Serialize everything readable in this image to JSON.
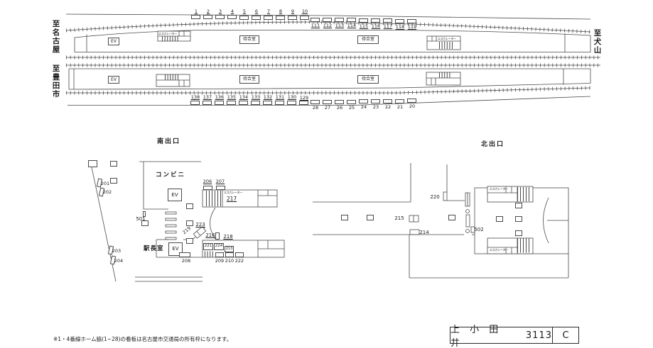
{
  "directions": {
    "nagoya": "至名古屋",
    "toyota": "至豊田市",
    "inuyama": "至犬山"
  },
  "labels": {
    "ev": "EV",
    "waiting": "待合室",
    "escalator": "エスカレーター",
    "south_exit": "南出口",
    "north_exit": "北出口",
    "conbini": "コンビニ",
    "master": "駅長室"
  },
  "ads": {
    "p14_top": [
      "1",
      "2",
      "3",
      "4",
      "5",
      "6",
      "7",
      "8",
      "9",
      "10"
    ],
    "p14_mid": [
      "111",
      "112",
      "113",
      "114",
      "115",
      "116",
      "117",
      "118",
      "119"
    ],
    "p23_mid": [
      "138",
      "137",
      "136",
      "135",
      "134",
      "133",
      "132",
      "131",
      "130",
      "129"
    ],
    "p23_bot": [
      "28",
      "27",
      "26",
      "25",
      "24",
      "23",
      "22",
      "21",
      "20"
    ],
    "south": {
      "201": "201",
      "202": "202",
      "203": "203",
      "204": "204",
      "206": "206",
      "207": "207",
      "208": "208",
      "209": "209",
      "210": "210",
      "213": "213",
      "216": "216",
      "217": "217",
      "218": "218",
      "219": "219",
      "221": "221",
      "222": "222",
      "223": "223",
      "224": "224",
      "501": "501"
    },
    "north": {
      "214": "214",
      "215": "215",
      "220": "220",
      "502": "502"
    }
  },
  "footnote": "※1・4番線ホーム脇(1~28)の看板は名古屋市交通局の所有枠になります。",
  "title_box": {
    "station": "上 小 田 井",
    "code": "3113",
    "class": "C"
  }
}
